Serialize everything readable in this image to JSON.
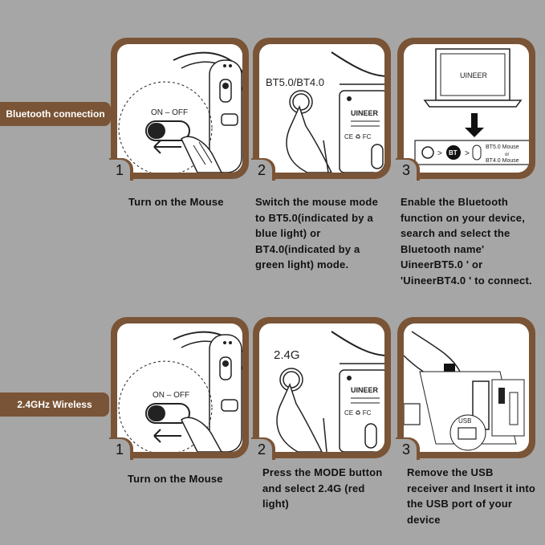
{
  "row1": {
    "label": "Bluetooth connection",
    "steps": [
      {
        "number": "1",
        "switch_label": "ON – OFF",
        "caption": "Turn on the Mouse"
      },
      {
        "number": "2",
        "mode_label": "BT5.0/BT4.0",
        "device_brand": "UINEER",
        "caption": "Switch the mouse mode to BT5.0(indicated by a blue light) or BT4.0(indicated by a green light) mode."
      },
      {
        "number": "3",
        "laptop_label": "UINEER",
        "bt_badge": "BT",
        "option_1": "BT5.0 Mouse",
        "or_label": "or",
        "option_2": "BT4.0 Mouse",
        "caption": "Enable the Bluetooth function on your device, search and select the Bluetooth name' UineerBT5.0 ' or 'UineerBT4.0 ' to connect."
      }
    ]
  },
  "row2": {
    "label": "2.4GHz Wireless",
    "steps": [
      {
        "number": "1",
        "switch_label": "ON – OFF",
        "caption": "Turn on the Mouse"
      },
      {
        "number": "2",
        "mode_label": "2.4G",
        "device_brand": "UINEER",
        "caption": "Press the MODE button and select 2.4G (red light)"
      },
      {
        "number": "3",
        "usb_label": "USB",
        "caption": "Remove the USB receiver and Insert it into the USB port of your device"
      }
    ]
  }
}
